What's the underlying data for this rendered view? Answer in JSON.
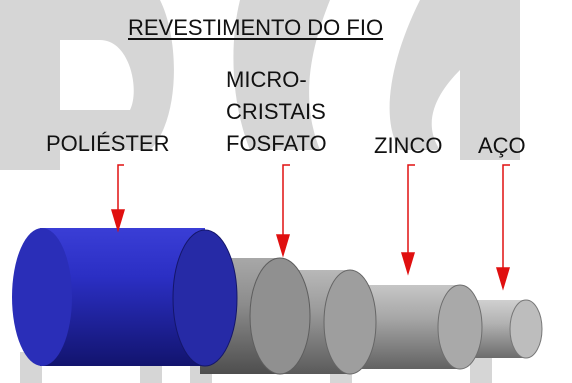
{
  "title": "REVESTIMENTO DO FIO",
  "layers": [
    {
      "label_lines": [
        "POLIÉSTER"
      ],
      "color": "#2b2fbf"
    },
    {
      "label_lines": [
        "MICRO-",
        "CRISTAIS",
        "FOSFATO"
      ],
      "color": "#8a8a8a"
    },
    {
      "label_lines": [
        "ZINCO"
      ],
      "color": "#9c9c9c"
    },
    {
      "label_lines": [
        "AÇO"
      ],
      "color": "#b0b0b0"
    }
  ],
  "colors": {
    "arrow": "#e01010",
    "watermark": "#d4d4d4",
    "text": "#111111"
  }
}
